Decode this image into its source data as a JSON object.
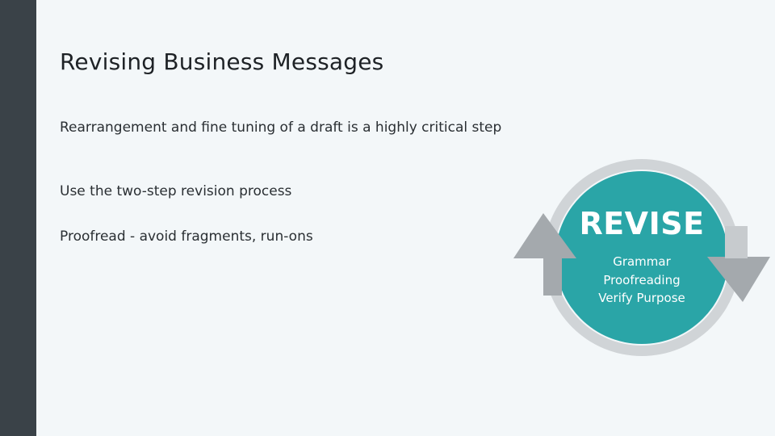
{
  "slide": {
    "title": "Revising Business Messages",
    "bullets": [
      "Rearrangement and fine tuning of a draft is a highly critical step",
      "Use the two-step revision process",
      "Proofread - avoid fragments, run-ons"
    ]
  },
  "graphic": {
    "heading": "REVISE",
    "lines": [
      "Grammar",
      "Proofreading",
      "Verify Purpose"
    ],
    "icon": "revise-cycle-icon"
  },
  "colors": {
    "sidebar": "#3a4248",
    "background": "#f3f7f9",
    "circle_fill": "#2aa5a7",
    "ring": "#c7cbce",
    "arrow": "#a4a9ad",
    "title_text": "#1e2226"
  }
}
